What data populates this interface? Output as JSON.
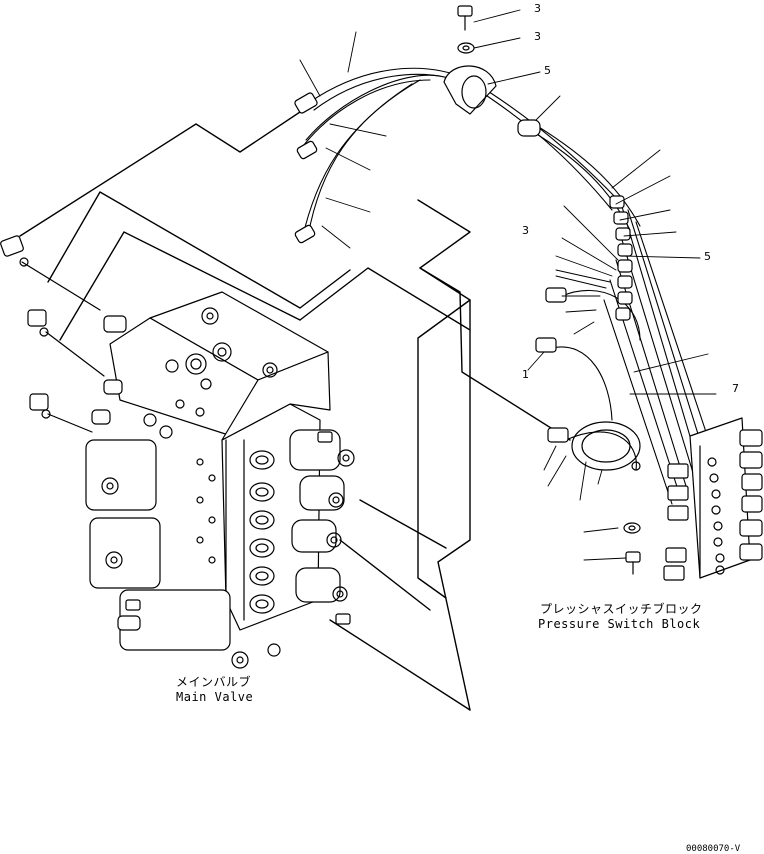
{
  "labels": {
    "main_valve_jp": "メインバルブ",
    "main_valve_en": "Main Valve",
    "pressure_switch_block_jp": "プレッシャスイッチブロック",
    "pressure_switch_block_en": "Pressure Switch Block",
    "drawing_code": "00080070-V"
  },
  "callouts": {
    "c1": "3",
    "c2": "3",
    "c3": "5",
    "c4": "3",
    "c5": "5",
    "c6": "1",
    "c7": "7"
  }
}
